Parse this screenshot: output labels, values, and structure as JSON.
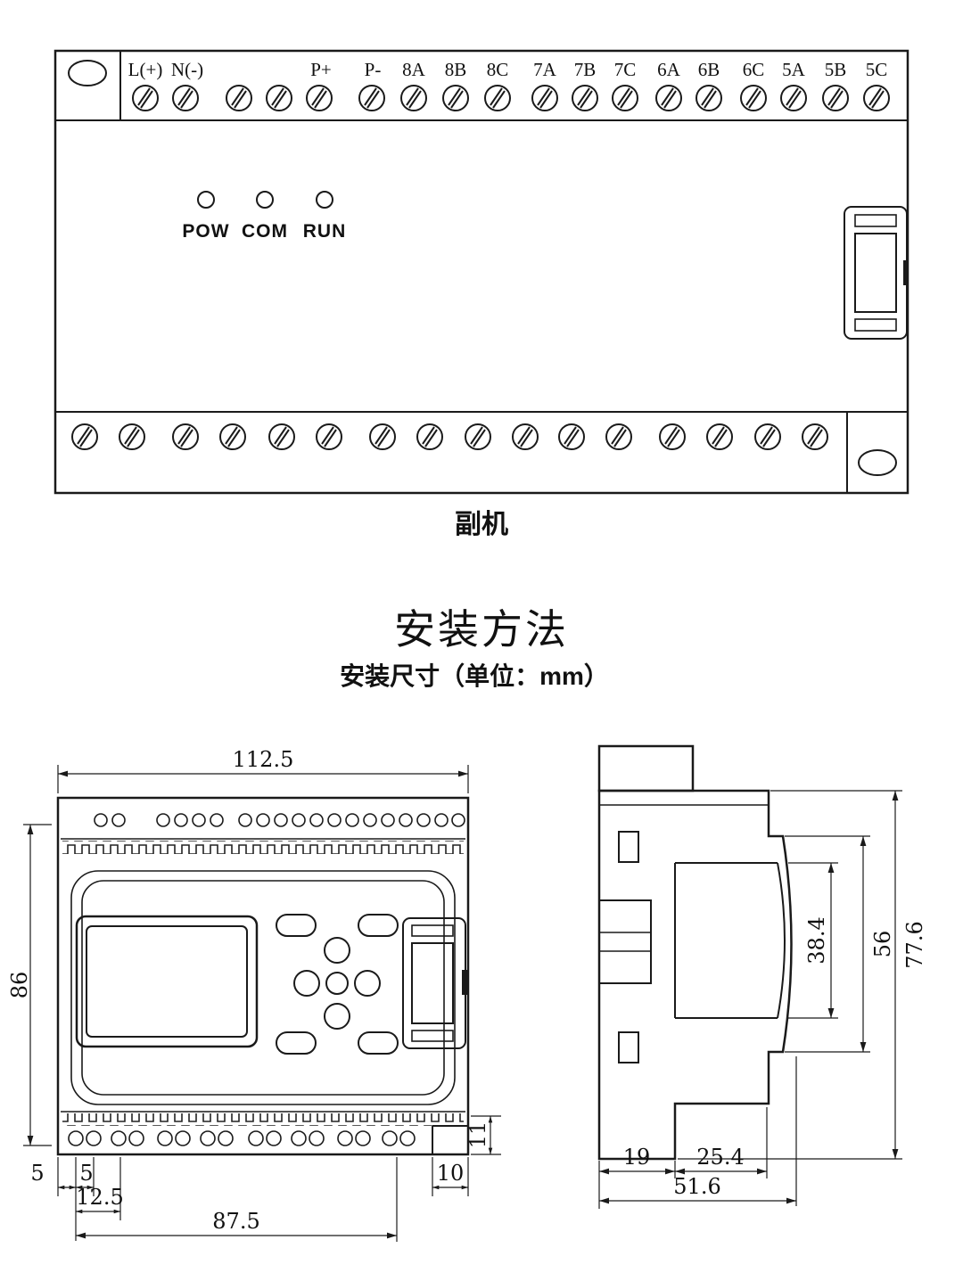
{
  "device": {
    "caption": "副机",
    "terminal_labels": [
      "L(+)",
      "N(-)",
      "P+",
      "P-",
      "8A",
      "8B",
      "8C",
      "7A",
      "7B",
      "7C",
      "6A",
      "6B",
      "6C",
      "5A",
      "5B",
      "5C"
    ],
    "led_labels": [
      "POW",
      "COM",
      "RUN"
    ]
  },
  "section": {
    "title": "安装方法",
    "subtitle": "安装尺寸（单位：mm）"
  },
  "front_view": {
    "width": "112.5",
    "height": "86",
    "dim_5_left": "5",
    "dim_5_mid": "5",
    "dim_12_5": "12.5",
    "dim_87_5": "87.5",
    "dim_10": "10",
    "dim_11": "11"
  },
  "side_view": {
    "dim_19": "19",
    "dim_25_4": "25.4",
    "dim_51_6": "51.6",
    "dim_38_4": "38.4",
    "dim_56": "56",
    "dim_77_6": "77.6"
  },
  "colors": {
    "ink": "#1a1a1a",
    "background": "#ffffff"
  }
}
